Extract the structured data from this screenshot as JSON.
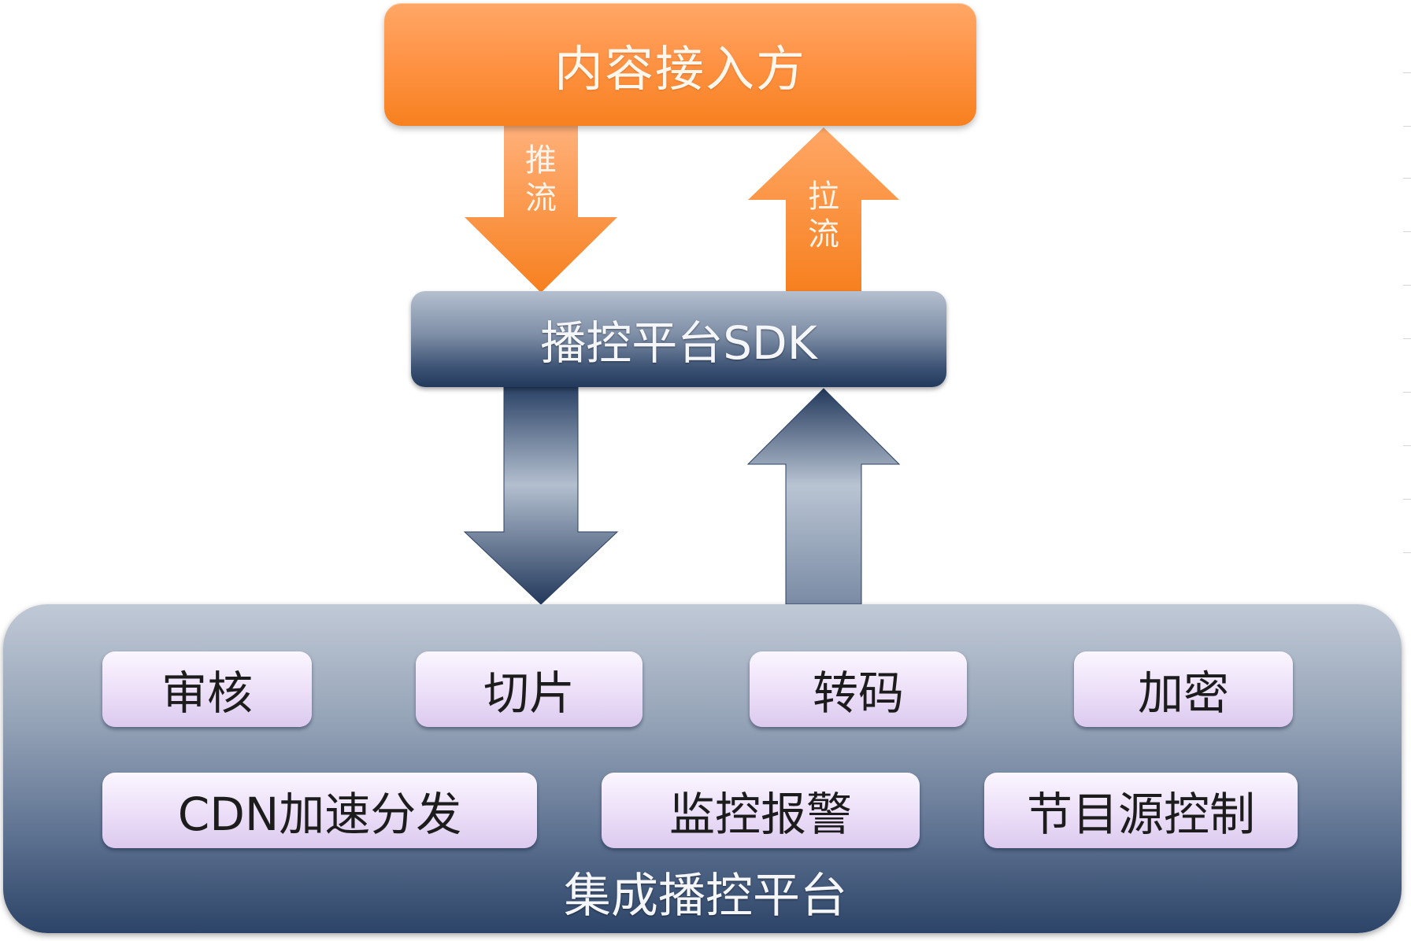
{
  "provider": {
    "label": "内容接入方"
  },
  "arrows": {
    "push_label": "推流",
    "pull_label": "拉流"
  },
  "sdk": {
    "label": "播控平台SDK"
  },
  "platform": {
    "title": "集成播控平台",
    "modules": [
      "审核",
      "切片",
      "转码",
      "加密",
      "CDN加速分发",
      "监控报警",
      "节目源控制"
    ]
  },
  "colors": {
    "orange": "#ff9447",
    "navy": "#243a5c",
    "module_bg": "#eadcf7"
  }
}
